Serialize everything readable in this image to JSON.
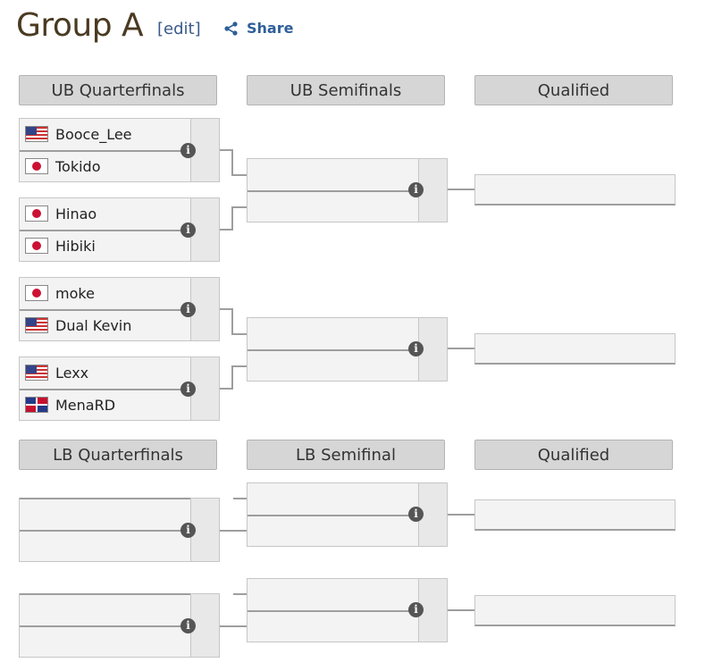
{
  "header": {
    "title": "Group A",
    "edit_label": "[edit]",
    "share_label": "Share"
  },
  "columns": {
    "ub_qf": "UB Quarterfinals",
    "ub_sf": "UB Semifinals",
    "ub_qualified": "Qualified",
    "lb_qf": "LB Quarterfinals",
    "lb_sf": "LB Semifinal",
    "lb_qualified": "Qualified"
  },
  "ub_quarterfinals": [
    {
      "p1": {
        "name": "Booce_Lee",
        "flag": "us"
      },
      "p2": {
        "name": "Tokido",
        "flag": "jp"
      }
    },
    {
      "p1": {
        "name": "Hinao",
        "flag": "jp"
      },
      "p2": {
        "name": "Hibiki",
        "flag": "jp"
      }
    },
    {
      "p1": {
        "name": "moke",
        "flag": "jp"
      },
      "p2": {
        "name": "Dual Kevin",
        "flag": "us"
      }
    },
    {
      "p1": {
        "name": "Lexx",
        "flag": "us"
      },
      "p2": {
        "name": "MenaRD",
        "flag": "do"
      }
    }
  ],
  "icons": {
    "info": "info-icon",
    "share": "share-icon"
  },
  "colors": {
    "title": "#4a3a22",
    "link": "#2f5f99",
    "header_bg": "#d6d6d6"
  }
}
